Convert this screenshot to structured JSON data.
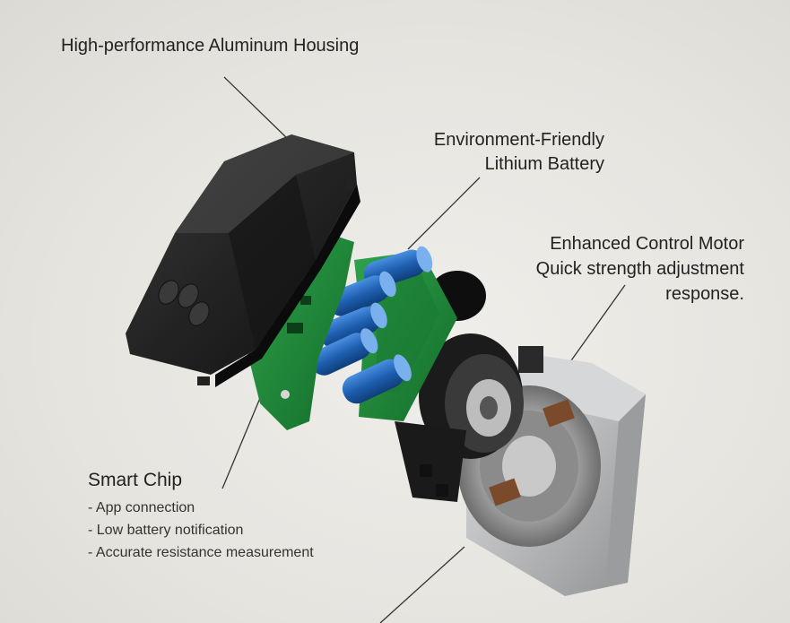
{
  "labels": {
    "housing": "High-performance Aluminum Housing",
    "battery": {
      "line1": "Environment-Friendly",
      "line2": "Lithium Battery"
    },
    "motor": {
      "line1": "Enhanced Control Motor",
      "line2": "Quick strength adjustment",
      "line3": "response."
    },
    "chip": {
      "title": "Smart Chip",
      "items": [
        "- App connection",
        "- Low battery notification",
        "- Accurate resistance measurement"
      ]
    }
  },
  "colors": {
    "background": "#e9e7e3",
    "housing": "#2a2a2a",
    "pcb": "#1f8a3a",
    "battery": "#1e5fb0",
    "motor_case": "#c4c6c8"
  }
}
